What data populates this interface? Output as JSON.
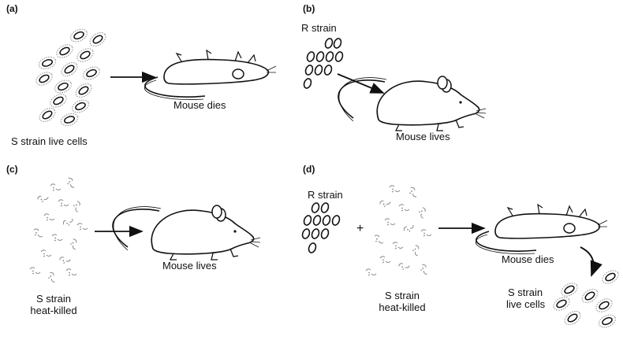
{
  "panels": {
    "a": {
      "letter": "(a)",
      "cells_label": "S strain live cells",
      "result": "Mouse dies"
    },
    "b": {
      "letter": "(b)",
      "strain_label": "R strain",
      "result": "Mouse lives"
    },
    "c": {
      "letter": "(c)",
      "cells_label_line1": "S strain",
      "cells_label_line2": "heat-killed",
      "result": "Mouse lives"
    },
    "d": {
      "letter": "(d)",
      "strain_label": "R strain",
      "plus": "+",
      "heat_label_line1": "S strain",
      "heat_label_line2": "heat-killed",
      "result": "Mouse dies",
      "recovered_line1": "S strain",
      "recovered_line2": "live cells"
    }
  },
  "colors": {
    "ink": "#111111",
    "halo": "#9a9a9a",
    "faded": "#8a8a8a"
  }
}
